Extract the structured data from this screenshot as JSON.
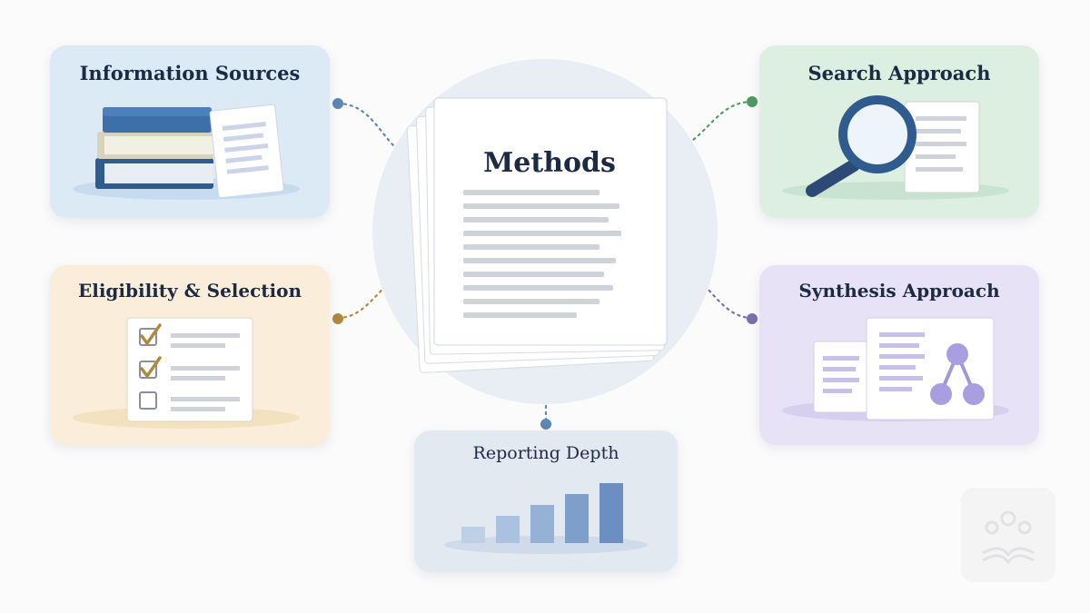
{
  "hub": {
    "title": "Methods"
  },
  "nodes": {
    "information_sources": {
      "label": "Information Sources"
    },
    "search_approach": {
      "label": "Search Approach"
    },
    "eligibility_selection": {
      "label": "Eligibility & Selection"
    },
    "synthesis_approach": {
      "label": "Synthesis Approach"
    },
    "reporting_depth": {
      "label": "Reporting Depth"
    }
  },
  "colors": {
    "sources": "#dceaf6",
    "search": "#dcefe1",
    "eligibility": "#faeedb",
    "synthesis": "#e7e2f6",
    "reporting": "#e3e9f1",
    "dot_sources": "#5b87b5",
    "dot_search": "#4f9a5e",
    "dot_eligibility": "#b08a3a",
    "dot_synthesis": "#7a6fae",
    "dot_reporting": "#5b87b5"
  },
  "icons": {
    "sources": "books-icon",
    "search": "magnifier-icon",
    "eligibility": "checklist-icon",
    "synthesis": "network-document-icon",
    "reporting": "bar-chart-icon",
    "watermark": "logo-watermark-icon"
  }
}
